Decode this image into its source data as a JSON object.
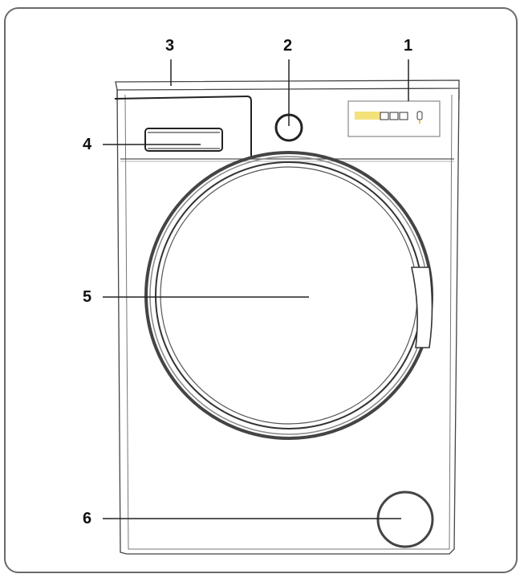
{
  "diagram": {
    "type": "labeled-appliance-illustration",
    "subject": "front-loading washing machine",
    "colors": {
      "line": "#333333",
      "frame": "#6a6a6a",
      "display_highlight": "#f3e27a"
    },
    "callouts": [
      {
        "id": "1",
        "label": "1",
        "points_to": "control-panel-display"
      },
      {
        "id": "2",
        "label": "2",
        "points_to": "program-selector-knob"
      },
      {
        "id": "3",
        "label": "3",
        "points_to": "top-cover"
      },
      {
        "id": "4",
        "label": "4",
        "points_to": "detergent-drawer"
      },
      {
        "id": "5",
        "label": "5",
        "points_to": "door"
      },
      {
        "id": "6",
        "label": "6",
        "points_to": "pump-filter-cover"
      }
    ]
  }
}
